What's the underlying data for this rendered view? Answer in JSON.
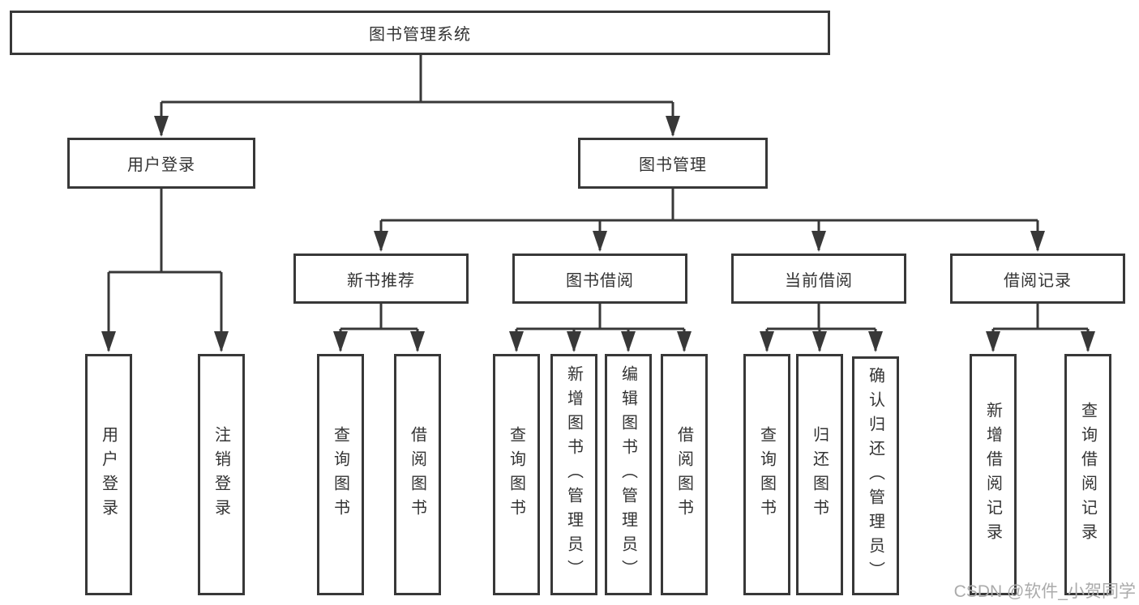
{
  "diagram": {
    "root": {
      "label": "图书管理系统",
      "children": [
        {
          "label": "用户登录",
          "children": [
            {
              "label": "用户登录"
            },
            {
              "label": "注销登录"
            }
          ]
        },
        {
          "label": "图书管理",
          "children": [
            {
              "label": "新书推荐",
              "children": [
                {
                  "label": "查询图书"
                },
                {
                  "label": "借阅图书"
                }
              ]
            },
            {
              "label": "图书借阅",
              "children": [
                {
                  "label": "查询图书"
                },
                {
                  "label": "新增图书（管理员）"
                },
                {
                  "label": "编辑图书（管理员）"
                },
                {
                  "label": "借阅图书"
                }
              ]
            },
            {
              "label": "当前借阅",
              "children": [
                {
                  "label": "查询图书"
                },
                {
                  "label": "归还图书"
                },
                {
                  "label": "确认归还（管理员）"
                }
              ]
            },
            {
              "label": "借阅记录",
              "children": [
                {
                  "label": "新增借阅记录"
                },
                {
                  "label": "查询借阅记录"
                }
              ]
            }
          ]
        }
      ]
    }
  },
  "watermark": "CSDN @软件_小贺同学",
  "colors": {
    "line": "#383838",
    "text": "#333333",
    "watermark": "#ababab",
    "background": "#ffffff"
  }
}
